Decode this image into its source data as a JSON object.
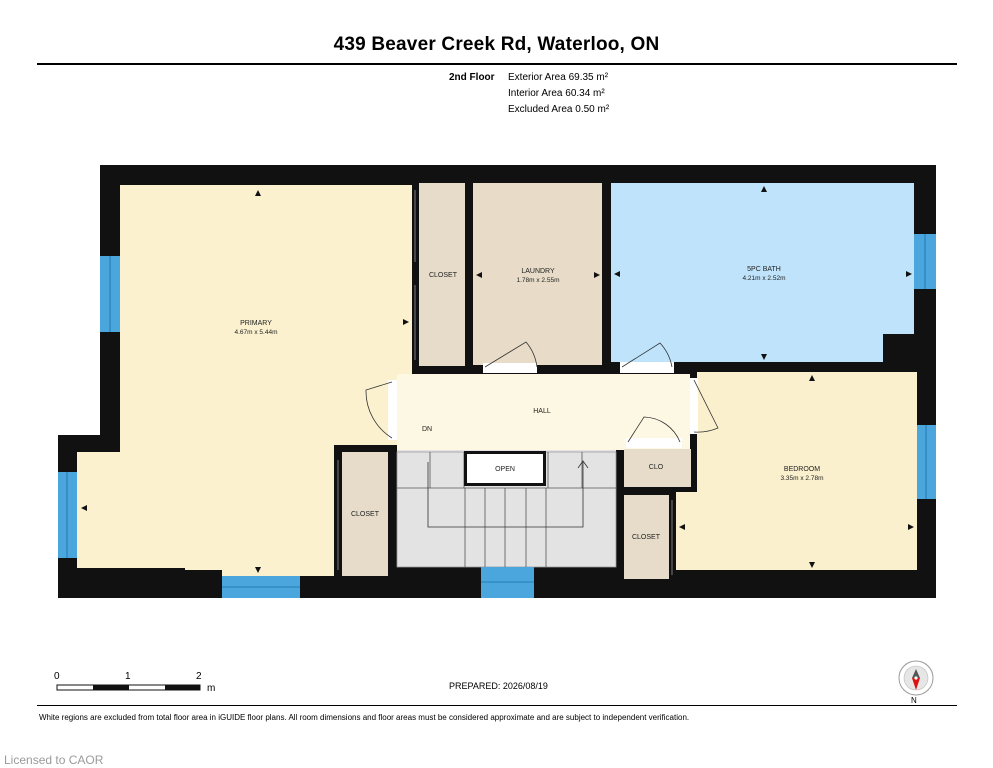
{
  "header": {
    "title": "439 Beaver Creek Rd, Waterloo, ON"
  },
  "floor_info": {
    "floor_name": "2nd Floor",
    "exterior_area": "Exterior Area 69.35 m²",
    "interior_area": "Interior Area 60.34 m²",
    "excluded_area": "Excluded Area 0.50 m²"
  },
  "rooms": {
    "primary": {
      "name": "PRIMARY",
      "dims": "4.67m x 5.44m"
    },
    "closet_top": {
      "name": "CLOSET"
    },
    "laundry": {
      "name": "LAUNDRY",
      "dims": "1.78m x 2.55m"
    },
    "bath": {
      "name": "5PC BATH",
      "dims": "4.21m x 2.52m"
    },
    "hall": {
      "name": "HALL"
    },
    "stairs_down": {
      "name": "DN"
    },
    "open": {
      "name": "OPEN"
    },
    "clo": {
      "name": "CLO"
    },
    "bedroom": {
      "name": "BEDROOM",
      "dims": "3.35m x 2.78m"
    },
    "closet_left": {
      "name": "CLOSET"
    },
    "closet_bottom": {
      "name": "CLOSET"
    }
  },
  "scale_bar": {
    "tick_0": "0",
    "tick_1": "1",
    "tick_2": "2",
    "unit": "m"
  },
  "compass": {
    "north_label": "N"
  },
  "footer": {
    "prepared": "PREPARED: 2026/08/19",
    "disclaimer": "White regions are excluded from total floor area in iGUIDE floor plans. All room dimensions and floor areas must be considered approximate and are subject to independent verification.",
    "licensed": "Licensed to CAOR"
  },
  "colors": {
    "wall": "#111111",
    "primary_fill": "#fbf1cf",
    "laundry_fill": "#e8dcc8",
    "bath_fill": "#bfe3fb",
    "hall_fill": "#fdf8e3",
    "bedroom_fill": "#fbf0cd",
    "closet_fill": "#e6dcc9",
    "stairs_fill": "#e3e3e3",
    "window": "#4aa6dc"
  }
}
